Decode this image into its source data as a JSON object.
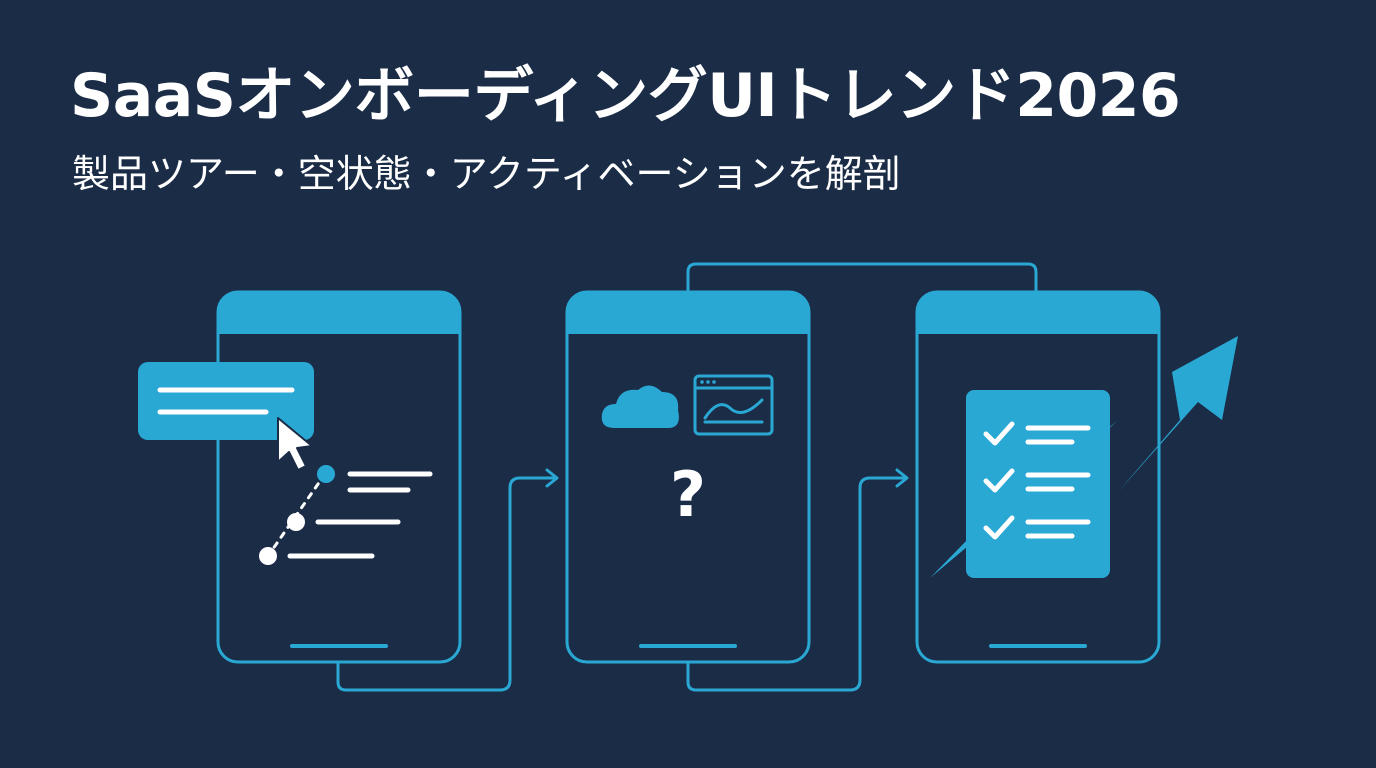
{
  "header": {
    "title": "SaaSオンボーディングUIトレンド2026",
    "subtitle": "製品ツアー・空状態・アクティベーションを解剖"
  },
  "diagram": {
    "panels": [
      {
        "name": "product-tour",
        "icons": [
          "tooltip-icon",
          "cursor-icon",
          "step-dots-icon"
        ]
      },
      {
        "name": "empty-state",
        "icons": [
          "cloud-icon",
          "browser-chart-icon",
          "question-mark-icon"
        ]
      },
      {
        "name": "activation",
        "icons": [
          "checklist-icon",
          "growth-arrow-icon"
        ]
      }
    ],
    "empty_state_symbol": "?"
  },
  "colors": {
    "background": "#1b2c47",
    "accent": "#2aa8d4",
    "text": "#ffffff"
  }
}
